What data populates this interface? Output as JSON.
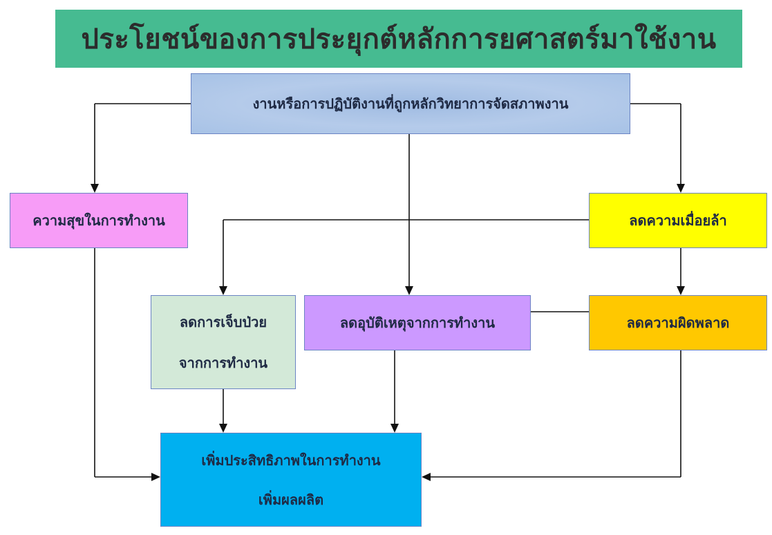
{
  "title": "ประโยชน์ของการประยุกต์หลักการยศาสตร์มาใช้งาน",
  "nodes": {
    "top": {
      "label": "งานหรือการปฏิบัติงานที่ถูกหลักวิทยาการจัดสภาพงาน",
      "color": "#a7c2e6"
    },
    "happy": {
      "label": "ความสุขในการทำงาน",
      "color": "#f79cf7"
    },
    "fatigue": {
      "label": "ลดความเมื่อยล้า",
      "color": "#ffff00"
    },
    "illness": {
      "line1": "ลดการเจ็บป่วย",
      "line2": "จากการทำงาน",
      "color": "#d3e9d8"
    },
    "accident": {
      "label": "ลดอุบัติเหตุจากการทำงาน",
      "color": "#cc99ff"
    },
    "mistake": {
      "label": "ลดความผิดพลาด",
      "color": "#ffc800"
    },
    "bottom": {
      "line1": "เพิ่มประสิทธิภาพในการทำงาน",
      "line2": "เพิ่มผลผลิต",
      "color": "#00b0f0"
    }
  },
  "edges": [
    {
      "from": "top",
      "to": "happy"
    },
    {
      "from": "top",
      "to": "accident"
    },
    {
      "from": "top",
      "to": "fatigue"
    },
    {
      "from": "fatigue",
      "to": "illness"
    },
    {
      "from": "fatigue",
      "to": "mistake"
    },
    {
      "from": "mistake",
      "to": "accident",
      "arrow": false
    },
    {
      "from": "happy",
      "to": "bottom"
    },
    {
      "from": "illness",
      "to": "bottom"
    },
    {
      "from": "accident",
      "to": "bottom"
    },
    {
      "from": "mistake",
      "to": "bottom"
    }
  ],
  "colors": {
    "title_banner": "#46bb91",
    "connector": "#111111"
  }
}
